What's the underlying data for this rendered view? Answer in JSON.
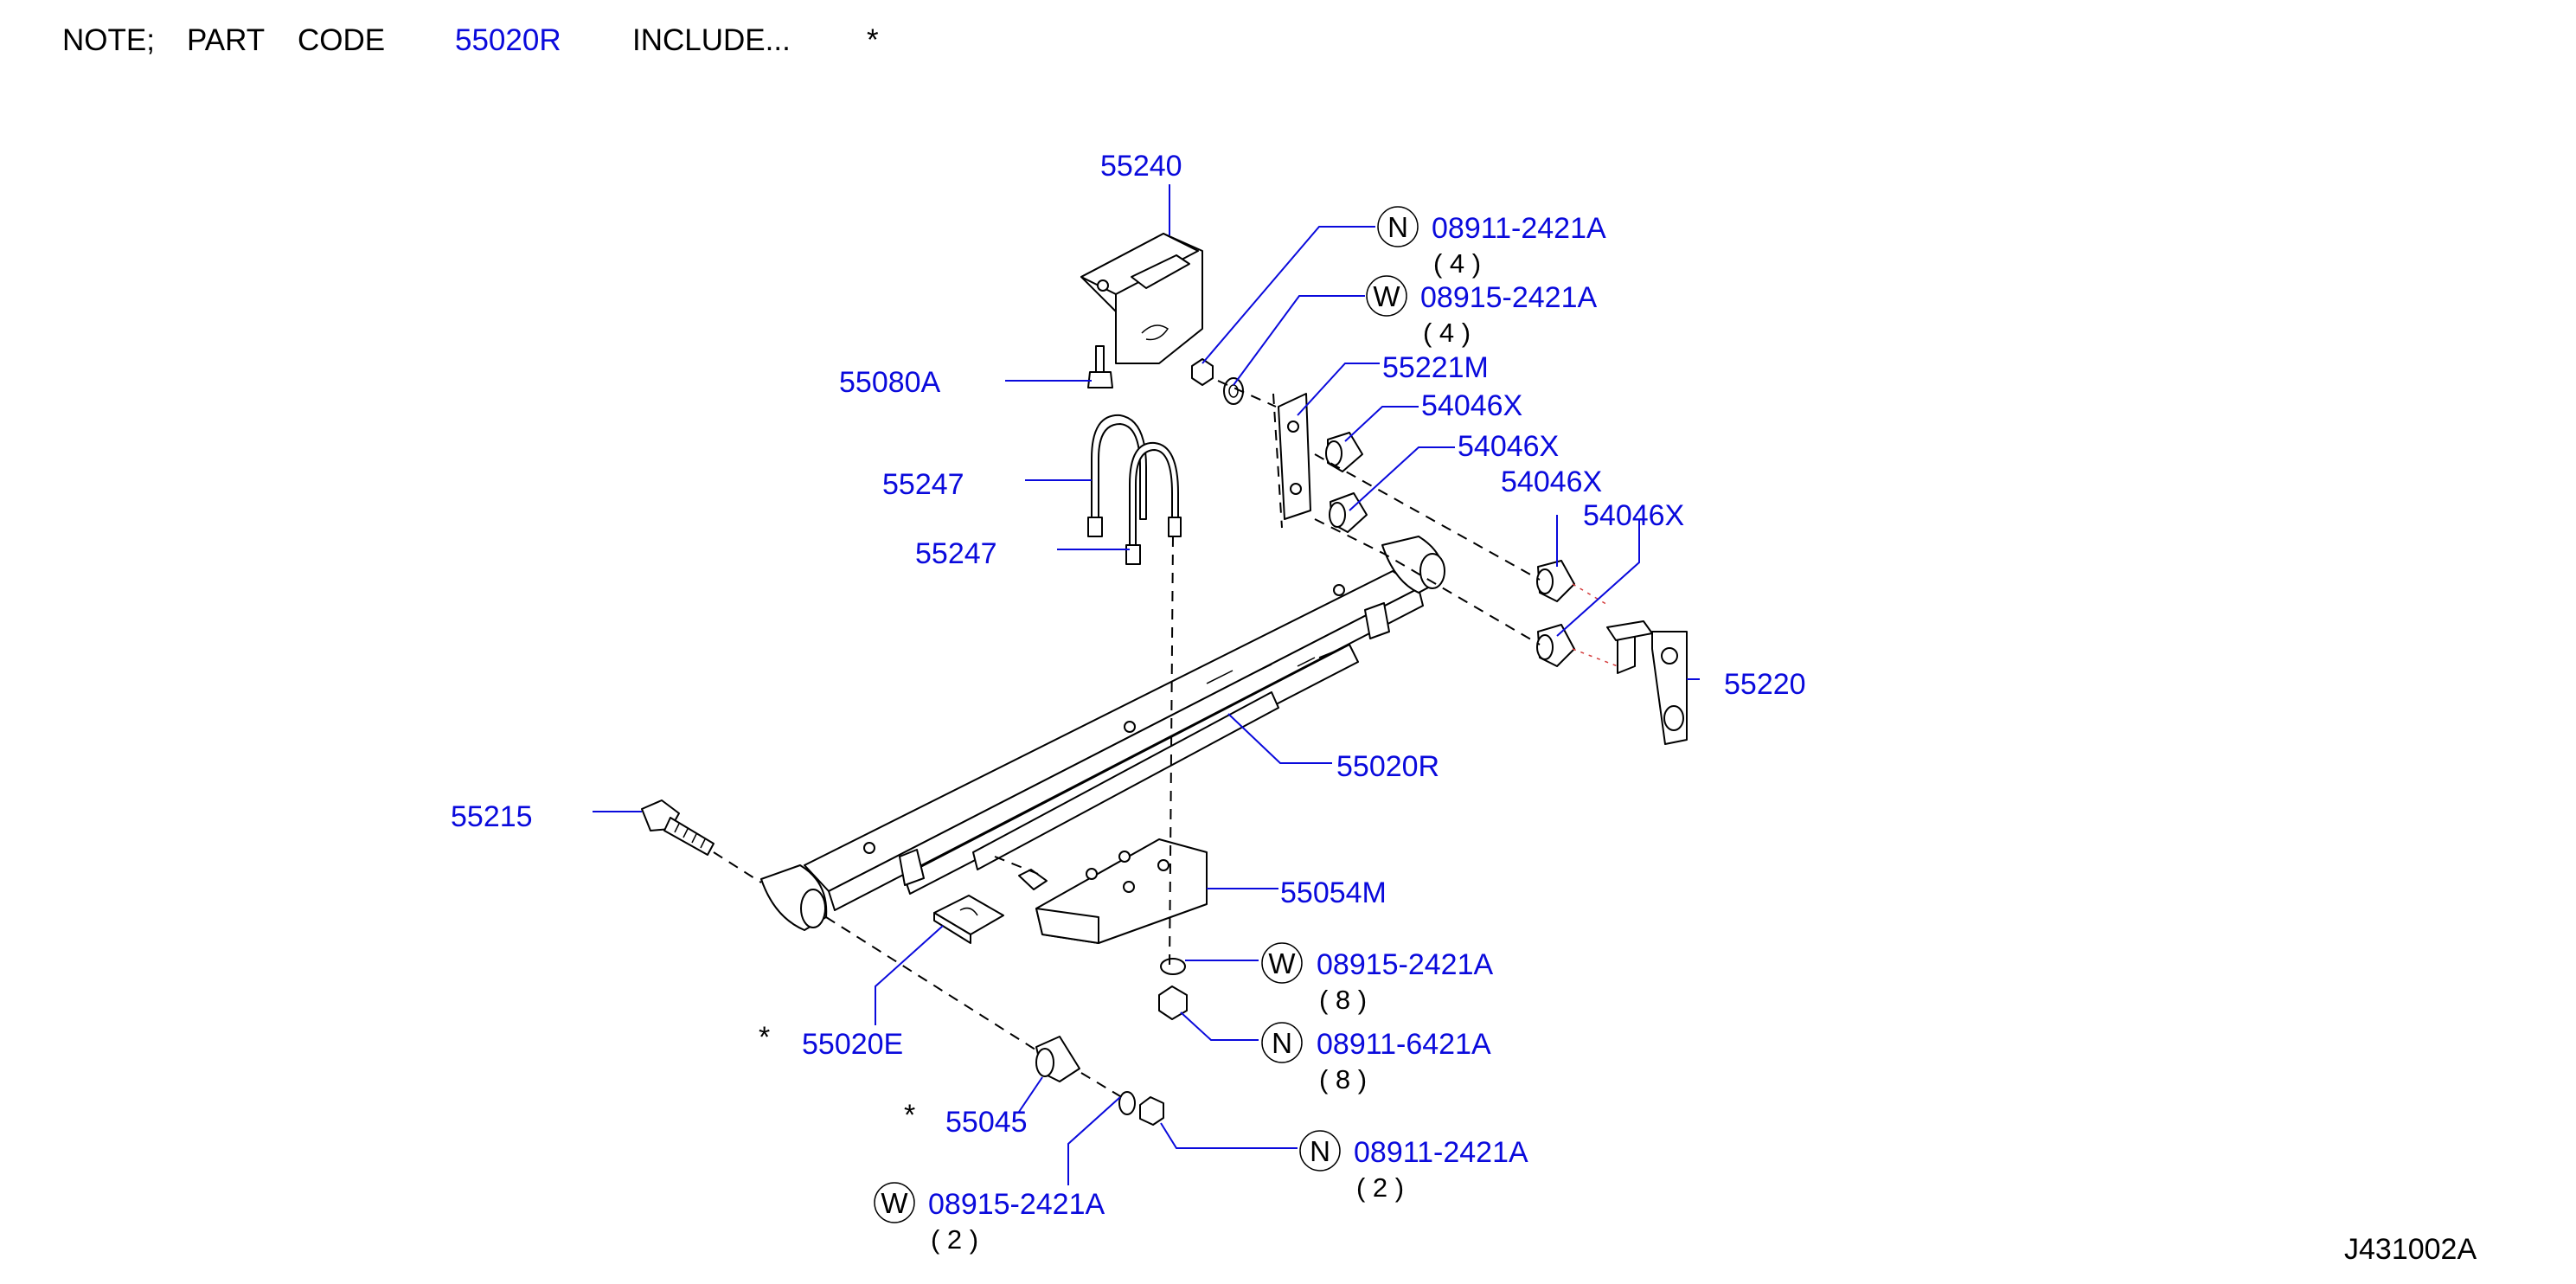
{
  "note": {
    "prefix": "NOTE;",
    "label": "PART",
    "code_word": "CODE",
    "code": "55020R",
    "include": "INCLUDE...",
    "asterisk": "*"
  },
  "parts": [
    {
      "id": "55240",
      "label": "55240"
    },
    {
      "id": "n-08911-2421a-top",
      "symbol": "N",
      "label": "08911-2421A",
      "qty": "( 4 )"
    },
    {
      "id": "w-08915-2421a-top",
      "symbol": "W",
      "label": "08915-2421A",
      "qty": "( 4 )"
    },
    {
      "id": "55080a",
      "label": "55080A"
    },
    {
      "id": "55221m",
      "label": "55221M"
    },
    {
      "id": "54046x-1",
      "label": "54046X"
    },
    {
      "id": "54046x-2",
      "label": "54046X"
    },
    {
      "id": "54046x-3",
      "label": "54046X"
    },
    {
      "id": "54046x-4",
      "label": "54046X"
    },
    {
      "id": "55247-1",
      "label": "55247"
    },
    {
      "id": "55247-2",
      "label": "55247"
    },
    {
      "id": "55220",
      "label": "55220"
    },
    {
      "id": "55020r",
      "label": "55020R"
    },
    {
      "id": "55215",
      "label": "55215"
    },
    {
      "id": "55054m",
      "label": "55054M"
    },
    {
      "id": "w-08915-2421a-mid",
      "symbol": "W",
      "label": "08915-2421A",
      "qty": "( 8 )"
    },
    {
      "id": "n-08911-6421a",
      "symbol": "N",
      "label": "08911-6421A",
      "qty": "( 8 )"
    },
    {
      "id": "55020e",
      "label": "55020E",
      "star": "*"
    },
    {
      "id": "55045",
      "label": "55045",
      "star": "*"
    },
    {
      "id": "n-08911-2421a-bot",
      "symbol": "N",
      "label": "08911-2421A",
      "qty": "( 2 )"
    },
    {
      "id": "w-08915-2421a-bot",
      "symbol": "W",
      "label": "08915-2421A",
      "qty": "( 2 )"
    }
  ],
  "diagram_code": "J431002A",
  "colors": {
    "label": "#0a0adc",
    "line_art": "#000000",
    "background": "#ffffff",
    "center_mark": "#d43a3a"
  }
}
